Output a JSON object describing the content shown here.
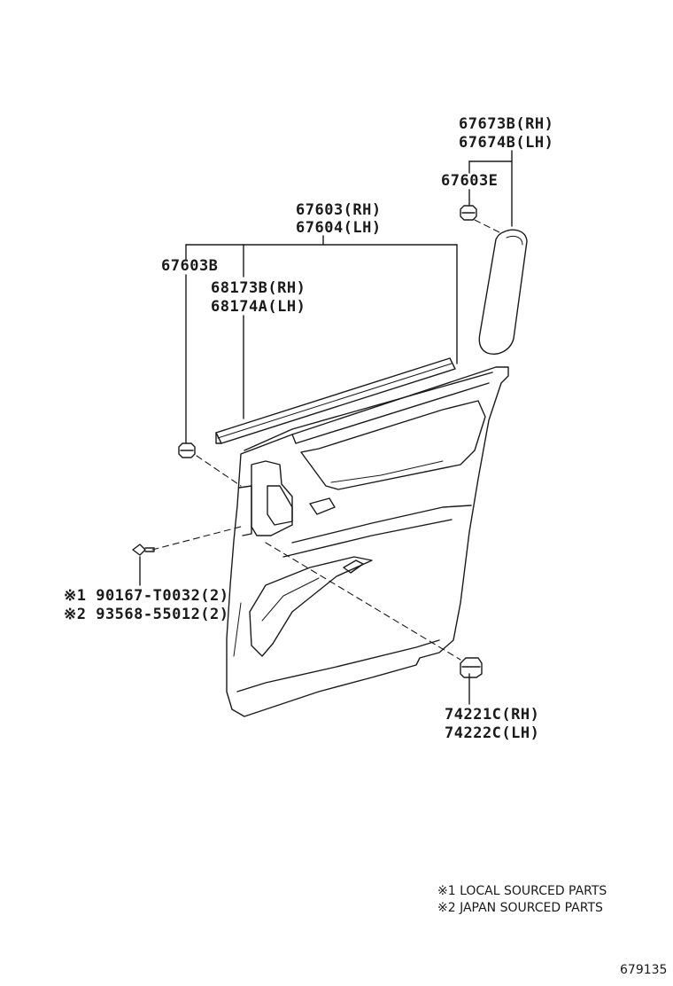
{
  "labels": {
    "p67673b_rh": "67673B(RH)",
    "p67674b_lh": "67674B(LH)",
    "p67603e": "67603E",
    "p67603_rh": "67603(RH)",
    "p67604_lh": "67604(LH)",
    "p67603b": "67603B",
    "p68173b_rh": "68173B(RH)",
    "p68174a_lh": "68174A(LH)",
    "p90167": "※1 90167-T0032(2)",
    "p93568": "※2 93568-55012(2)",
    "p74221c_rh": "74221C(RH)",
    "p74222c_lh": "74222C(LH)"
  },
  "notes": {
    "note1": "※1 LOCAL SOURCED PARTS",
    "note2": "※2 JAPAN SOURCED PARTS"
  },
  "diagram_number": "679135"
}
